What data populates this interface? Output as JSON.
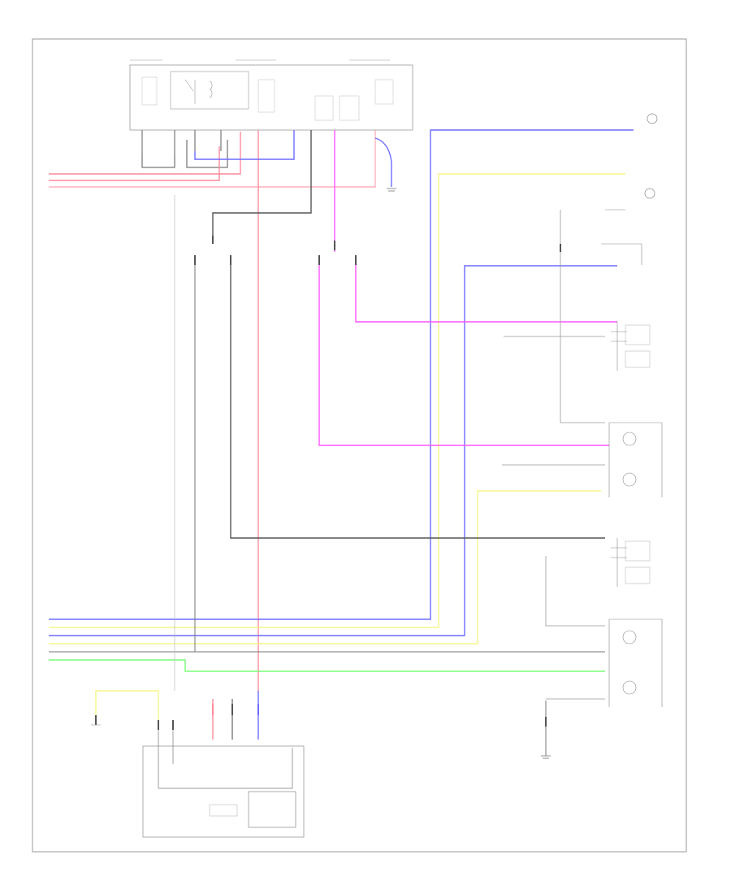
{
  "diagram": {
    "title": "",
    "footer_code": "",
    "colors": {
      "blue": "#6b6bff",
      "yellow": "#f5f58a",
      "pink": "#ff55ff",
      "red": "#ff8a9c",
      "green": "#78ff78",
      "gray": "#9a9a9a",
      "dark": "#555555",
      "frame": "#999999"
    },
    "wire_colors_legend": [
      "BLU",
      "YEL",
      "BLU",
      "YEL",
      "GRN"
    ],
    "components": [
      {
        "id": "fuse-relay-box",
        "name": "fuse-relay-box",
        "label": ""
      },
      {
        "id": "combination-switch",
        "name": "combination-switch",
        "label": ""
      },
      {
        "id": "right-front-light",
        "name": "right-front-light",
        "label": ""
      },
      {
        "id": "left-front-light",
        "name": "left-front-light",
        "label": ""
      },
      {
        "id": "left-headlight-assembly",
        "name": "left-headlight-assembly",
        "label": ""
      },
      {
        "id": "right-headlight-assembly",
        "name": "right-headlight-assembly",
        "label": ""
      },
      {
        "id": "ground-point",
        "name": "ground-point",
        "label": ""
      },
      {
        "id": "meter-connector",
        "name": "meter-connector",
        "label": ""
      }
    ]
  }
}
